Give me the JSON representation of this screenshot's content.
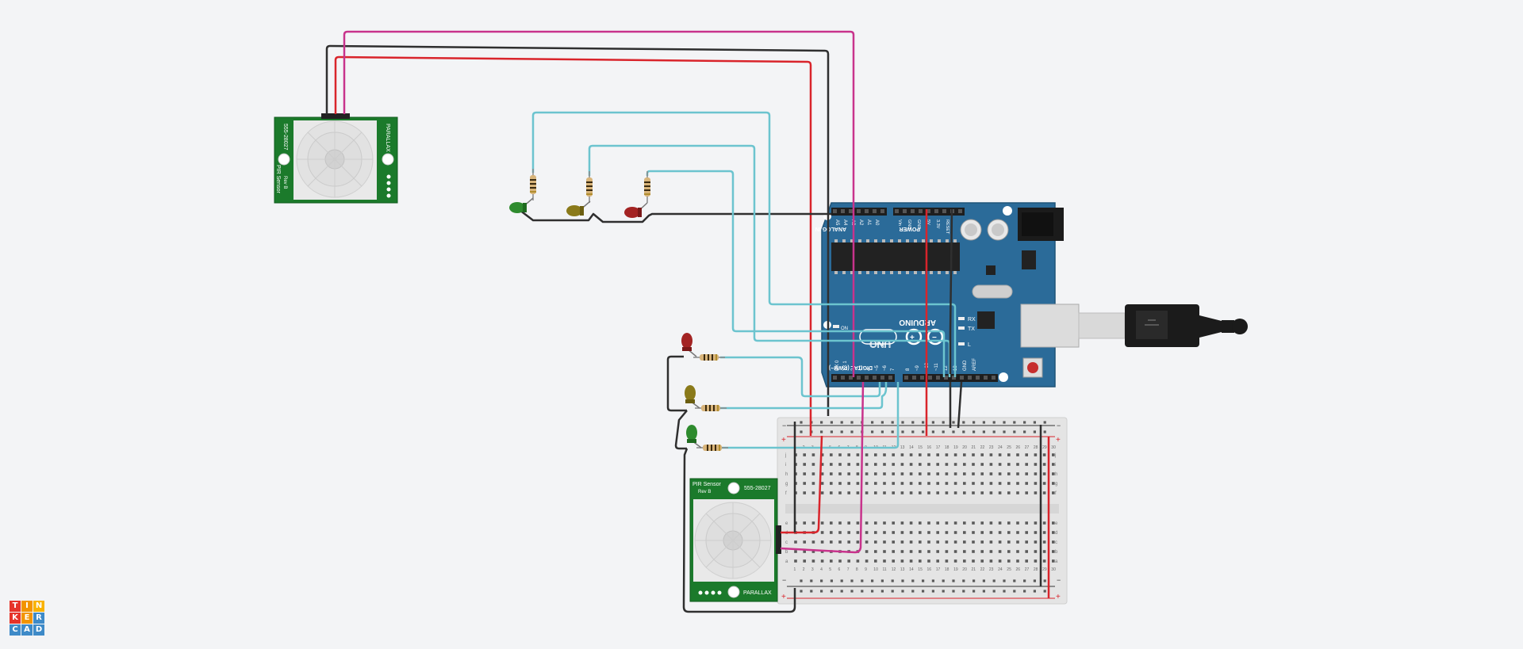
{
  "app": {
    "logo_letters": [
      "T",
      "I",
      "N",
      "K",
      "E",
      "R",
      "C",
      "A",
      "D"
    ],
    "logo_colors": [
      "#e6332a",
      "#f29400",
      "#f9b200",
      "#e6332a",
      "#f29400",
      "#3e8ac8",
      "#3e8ac8",
      "#3e8ac8",
      "#3e8ac8"
    ]
  },
  "pir_top": {
    "part_no": "555-28027",
    "name": "PIR Sensor",
    "rev": "Rev B",
    "brand": "PARALLAX"
  },
  "pir_bottom": {
    "part_no": "555-28027",
    "name": "PIR Sensor",
    "rev": "Rev B",
    "brand": "PARALLAX"
  },
  "arduino": {
    "brand": "ARDUINO",
    "model": "UNO",
    "analog_label": "ANALOG IN",
    "power_label": "POWER",
    "digital_label": "DIGITAL (PWM~)",
    "analog_pins": [
      "A5",
      "A4",
      "A3",
      "A2",
      "A1",
      "A0"
    ],
    "power_pins": [
      "Vin",
      "GND",
      "GND",
      "5V",
      "3.3V",
      "RESET"
    ],
    "leds": [
      "RX",
      "TX",
      "L"
    ],
    "on_label": "ON",
    "digital_pins_low": [
      "RX 0",
      "TX 1",
      "2",
      "~3",
      "4",
      "~5",
      "~6",
      "7"
    ],
    "digital_pins_high": [
      "8",
      "~9",
      "~10",
      "~11",
      "12",
      "13",
      "GND",
      "AREF"
    ]
  },
  "breadboard": {
    "col_numbers": [
      "1",
      "2",
      "3",
      "4",
      "5",
      "6",
      "7",
      "8",
      "9",
      "10",
      "11",
      "12",
      "13",
      "14",
      "15",
      "16",
      "17",
      "18",
      "19",
      "20",
      "21",
      "22",
      "23",
      "24",
      "25",
      "26",
      "27",
      "28",
      "29",
      "30"
    ],
    "rows_top": [
      "j",
      "i",
      "h",
      "g",
      "f"
    ],
    "rows_bottom": [
      "e",
      "d",
      "c",
      "b",
      "a"
    ],
    "rail_minus": "−",
    "rail_plus": "+"
  },
  "colors": {
    "wire_red": "#d9242b",
    "wire_black": "#2f2f2f",
    "wire_magenta": "#c8338c",
    "wire_cyan": "#6cc4cf",
    "arduino_blue": "#2b6b99",
    "pcb_green": "#1b7a2b",
    "led_green": "#2e8b2e",
    "led_yellow": "#8a7a1a",
    "led_red": "#a32323"
  }
}
